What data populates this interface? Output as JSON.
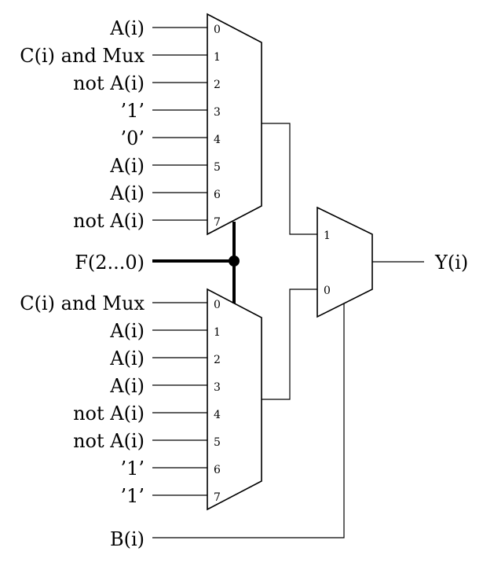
{
  "mux_top": {
    "inputs": [
      "A(i)",
      "C(i) and Mux",
      "not A(i)",
      "’1’",
      "’0’",
      "A(i)",
      "A(i)",
      "not A(i)"
    ],
    "indices": [
      "0",
      "1",
      "2",
      "3",
      "4",
      "5",
      "6",
      "7"
    ]
  },
  "mux_bottom": {
    "inputs": [
      "C(i) and Mux",
      "A(i)",
      "A(i)",
      "A(i)",
      "not A(i)",
      "not A(i)",
      "’1’",
      "’1’"
    ],
    "indices": [
      "0",
      "1",
      "2",
      "3",
      "4",
      "5",
      "6",
      "7"
    ]
  },
  "mux_out": {
    "indices": [
      "1",
      "0"
    ]
  },
  "select_label": "F(2...0)",
  "output_label": "Y(i)",
  "b_label": "B(i)"
}
